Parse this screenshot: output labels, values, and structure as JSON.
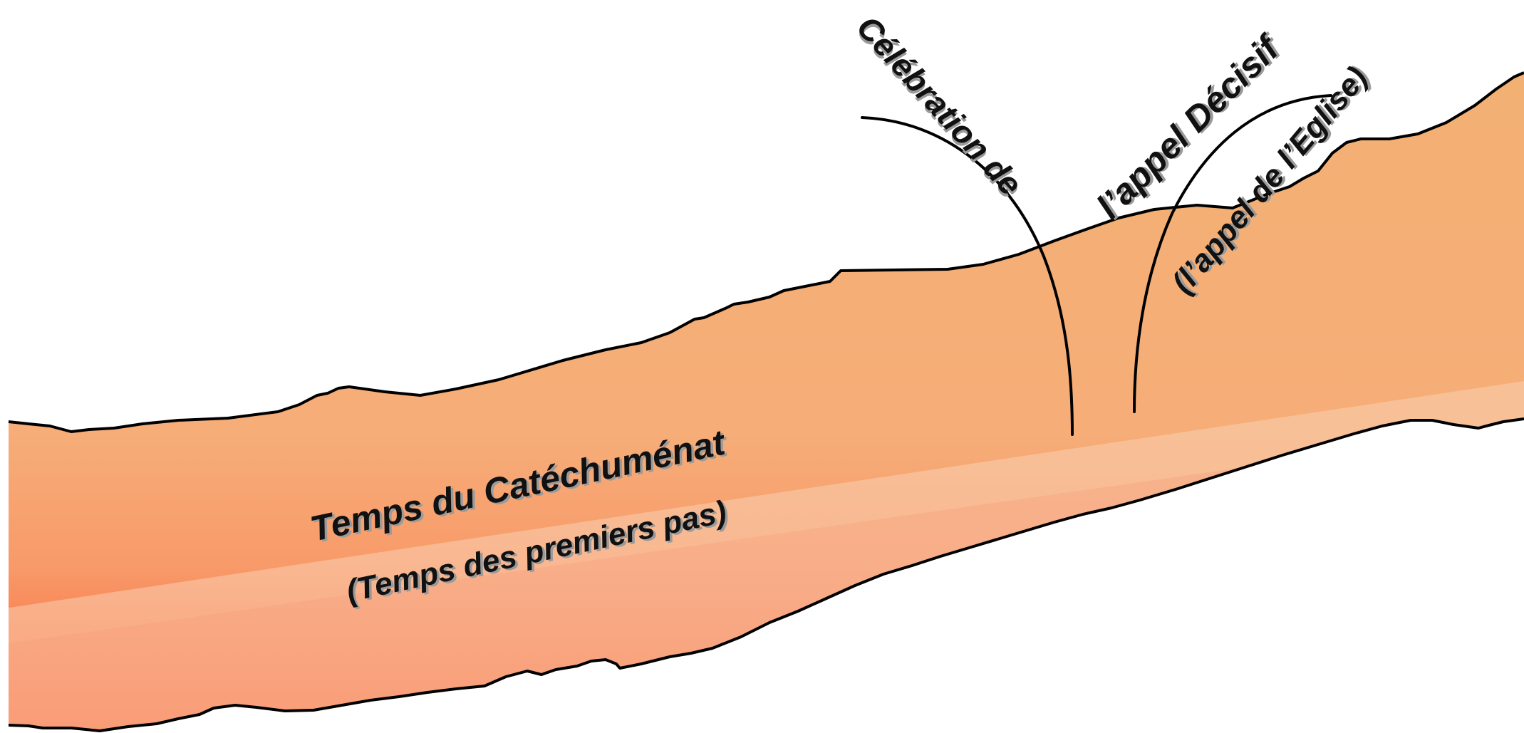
{
  "diagram": {
    "main_label": "Temps du Catéchuménat",
    "sub_label": "(Temps des premiers pas)",
    "celebration_label": "Célébration de",
    "appel_label": "l’appel Décisif",
    "eglise_label": "(l’appel de l’Eglise)",
    "colors": {
      "band_top": "#f4b07a",
      "band_mid": "#f5a87c",
      "band_bottom": "#fb6a3a",
      "highlight": "#fbdcbf",
      "outline": "#000000",
      "text": "#111111"
    }
  }
}
